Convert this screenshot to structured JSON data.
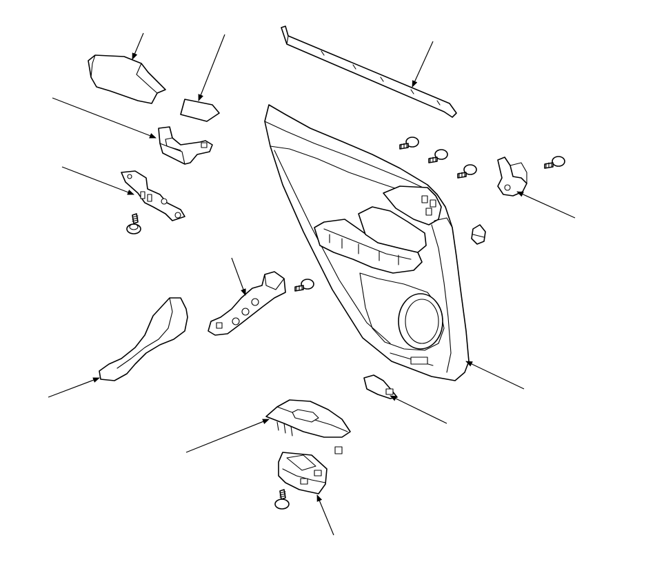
{
  "diagram": {
    "colors": {
      "line": "#000000",
      "background": "#ffffff"
    },
    "parts": [
      {
        "id": "armrest-cover",
        "icon": "armrest-cover-icon"
      },
      {
        "id": "foam-pad",
        "icon": "pad-icon"
      },
      {
        "id": "weatherstrip",
        "icon": "weatherstrip-icon"
      },
      {
        "id": "upper-bracket",
        "icon": "bracket-icon"
      },
      {
        "id": "lower-bracket",
        "icon": "bracket-icon"
      },
      {
        "id": "door-panel",
        "icon": "door-panel-icon"
      },
      {
        "id": "armrest-bracket",
        "icon": "bracket-icon"
      },
      {
        "id": "door-pocket-trim",
        "icon": "trim-icon"
      },
      {
        "id": "switch-panel",
        "icon": "switch-panel-icon"
      },
      {
        "id": "power-window-switch",
        "icon": "switch-icon"
      },
      {
        "id": "handle-bracket",
        "icon": "bracket-icon"
      },
      {
        "id": "small-cover",
        "icon": "cover-icon"
      },
      {
        "id": "screws",
        "icon": "screw-icon"
      },
      {
        "id": "clip",
        "icon": "clip-icon"
      }
    ]
  }
}
